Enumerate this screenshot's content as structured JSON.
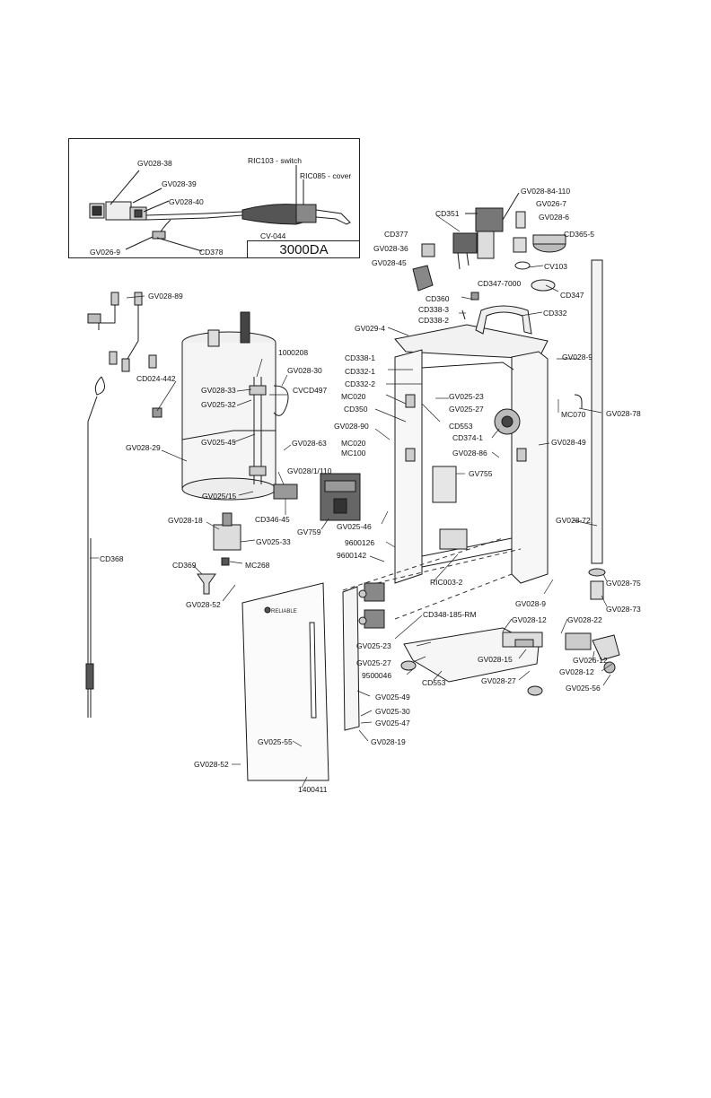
{
  "inset": {
    "model": "3000DA",
    "labels": {
      "gv028_38": "GV028-38",
      "gv028_39": "GV028-39",
      "gv028_40": "GV028-40",
      "ric103": "RIC103 - switch",
      "ric085": "RIC085 - cover",
      "cv044": "CV-044",
      "gv026_9": "GV026-9",
      "cd378": "CD378"
    }
  },
  "parts": {
    "gv028_84_110": "GV028-84-110",
    "gv026_7": "GV026-7",
    "gv028_6": "GV028-6",
    "cd351": "CD351",
    "cd365_5": "CD365-5",
    "cd377": "CD377",
    "gv028_36": "GV028-36",
    "gv028_45": "GV028-45",
    "cv103": "CV103",
    "cd347_7000": "CD347-7000",
    "cd347": "CD347",
    "cd360": "CD360",
    "cd338_3": "CD338-3",
    "cd338_2": "CD338-2",
    "cd332": "CD332",
    "gv029_4": "GV029-4",
    "gv028_9a": "GV028-9",
    "cd338_1": "CD338-1",
    "cd332_1": "CD332-1",
    "cd332_2": "CD332-2",
    "mc020a": "MC020",
    "cd350": "CD350",
    "gv025_23a": "GV025-23",
    "gv025_27a": "GV025-27",
    "cd553a": "CD553",
    "mc070": "MC070",
    "gv028_78": "GV028-78",
    "gv028_90": "GV028-90",
    "cd374_1": "CD374-1",
    "mc020b": "MC020",
    "mc100": "MC100",
    "gv028_86": "GV028-86",
    "gv028_49": "GV028-49",
    "gv755": "GV755",
    "gv028_89": "GV028-89",
    "d1000208": "1000208",
    "gv028_30": "GV028-30",
    "cd024_442": "CD024-442",
    "gv028_33": "GV028-33",
    "gv025_32": "GV025-32",
    "cvcd497": "CVCD497",
    "gv028_29": "GV028-29",
    "gv025_45": "GV025-45",
    "gv028_63": "GV028-63",
    "gv028_1_110": "GV028/1/110",
    "gv025_15": "GV025/15",
    "cd346_45": "CD346-45",
    "gv759": "GV759",
    "gv025_46": "GV025-46",
    "gv028_18": "GV028-18",
    "gv025_33": "GV025-33",
    "gv028_72": "GV028-72",
    "cd368": "CD368",
    "d9600126": "9600126",
    "d9600142": "9600142",
    "mc268": "MC268",
    "cd369": "CD369",
    "ric003_2": "RIC003-2",
    "gv028_52a": "GV028-52",
    "gv028_9b": "GV028-9",
    "gv028_75": "GV028-75",
    "gv028_73": "GV028-73",
    "cd348_185_rm": "CD348-185-RM",
    "gv028_12a": "GV028-12",
    "gv028_22": "GV028-22",
    "gv025_23b": "GV025-23",
    "gv028_15": "GV028-15",
    "gv025_27b": "GV025-27",
    "gv026_12": "GV026-12",
    "gv028_12b": "GV028-12",
    "d9500046": "9500046",
    "cd553b": "CD553",
    "gv028_27": "GV028-27",
    "gv025_56": "GV025-56",
    "gv025_49": "GV025-49",
    "gv025_30": "GV025-30",
    "gv025_47": "GV025-47",
    "gv025_55": "GV025-55",
    "gv028_19": "GV028-19",
    "gv028_52b": "GV028-52",
    "d1400411": "1400411"
  },
  "panel_logo": "RELIABLE"
}
